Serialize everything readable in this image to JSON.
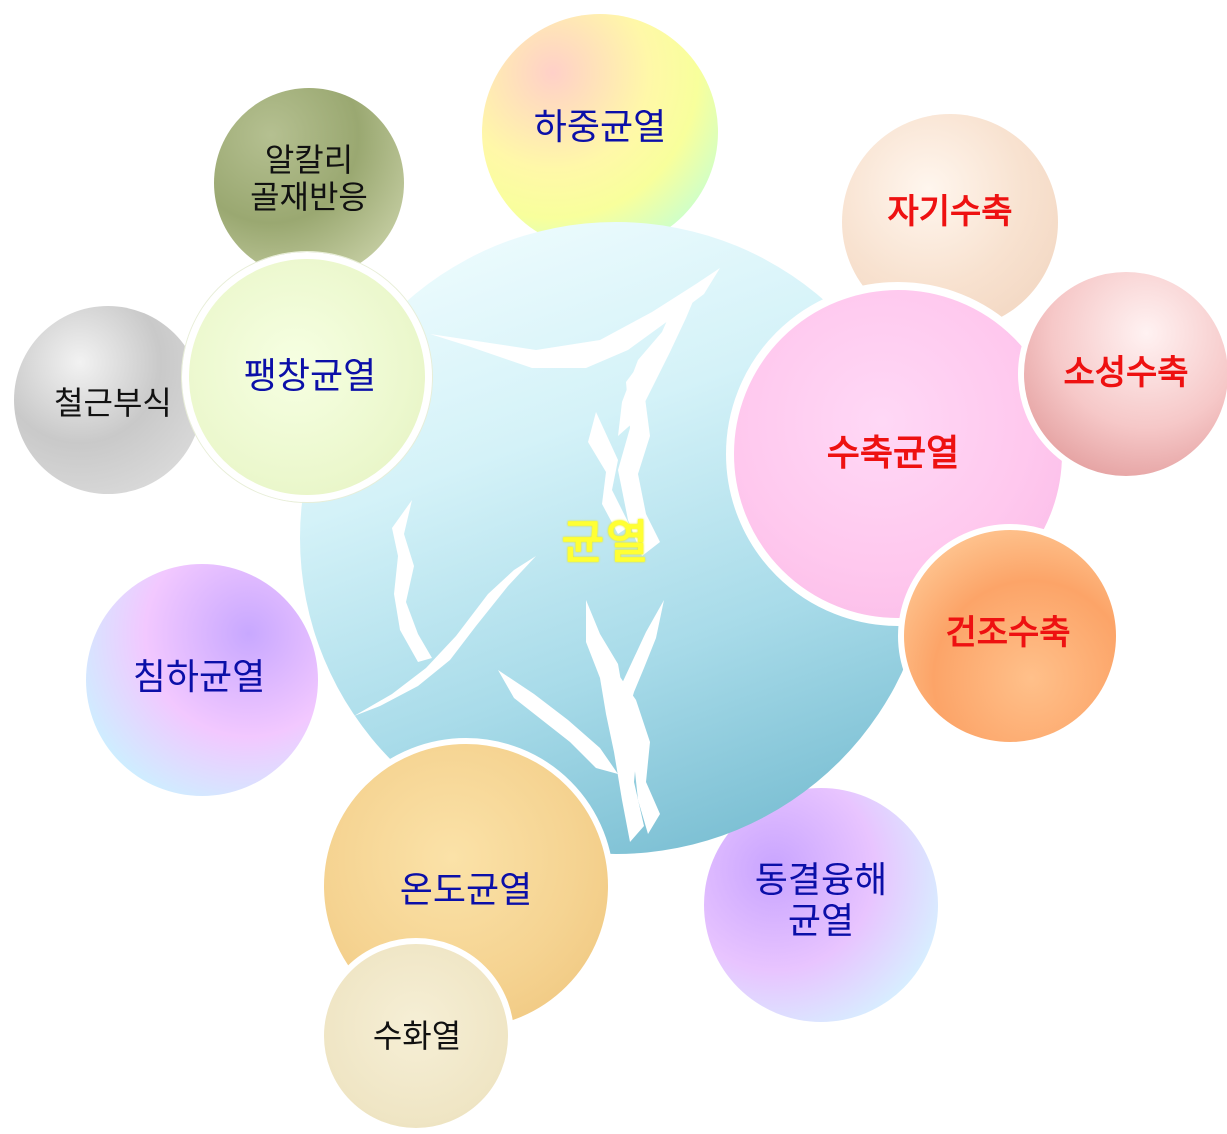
{
  "center": {
    "label": "균열"
  },
  "bubbles": {
    "load": {
      "label": "하중균열"
    },
    "alkali": {
      "label": "알칼리\n골재반응"
    },
    "expansion": {
      "label": "팽창균열"
    },
    "rebar": {
      "label": "철근부식"
    },
    "settlement": {
      "label": "침하균열"
    },
    "thermal": {
      "label": "온도균열"
    },
    "hydration": {
      "label": "수화열"
    },
    "freeze": {
      "label": "동결융해\n균열"
    },
    "autogenous": {
      "label": "자기수축"
    },
    "shrinkage": {
      "label": "수축균열"
    },
    "plastic": {
      "label": "소성수축"
    },
    "drying": {
      "label": "건조수축"
    }
  },
  "colors": {
    "category_text": "#0b0fa8",
    "shrinkage_text": "#ee1111",
    "leaf_text": "#111111",
    "center_text": "#ffff33",
    "center_fill": "#a8dbe9"
  }
}
